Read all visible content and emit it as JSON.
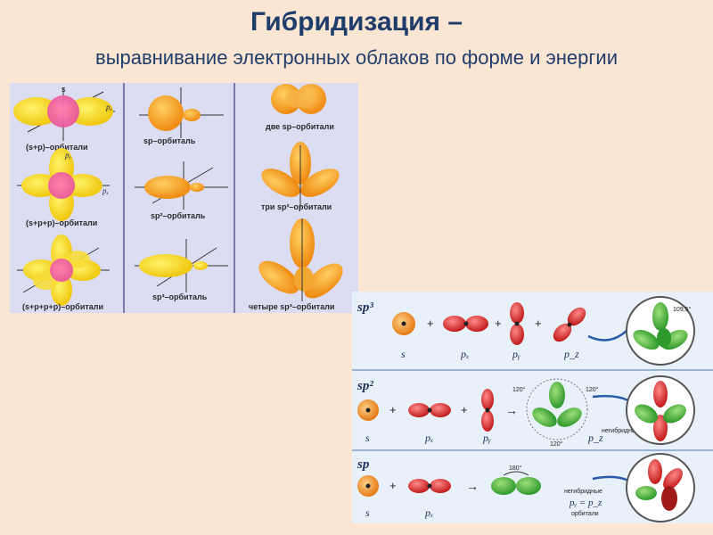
{
  "header": {
    "title": "Гибридизация –",
    "subtitle": "выравнивание электронных облаков по форме и энергии"
  },
  "left_panel": {
    "captions": {
      "sp_orbitals_raw": "(s+p)–орбитали",
      "sp": "sp–орбиталь",
      "two_sp": "две sp–орбитали",
      "spp_raw": "(s+p+p)–орбитали",
      "sp2": "sp²–орбиталь",
      "three_sp2": "три sp²–орбитали",
      "sppp_raw": "(s+p+p+p)–орбитали",
      "sp3": "sp³–орбиталь",
      "four_sp3": "четыре sp³–орбитали"
    },
    "axis_labels": {
      "s": "s",
      "px": "pₓ",
      "py": "pᵧ",
      "pz": "p_z"
    }
  },
  "right_panel": {
    "rows": [
      {
        "type": "sp3",
        "type_label": "sp³",
        "labels": [
          "s",
          "pₓ",
          "pᵧ",
          "p_z"
        ],
        "angle": "109,5°"
      },
      {
        "type": "sp2",
        "type_label": "sp²",
        "labels": [
          "s",
          "pₓ",
          "pᵧ"
        ],
        "angle_a": "120°",
        "angle_b": "120°",
        "angle_c": "120°",
        "extra_label": "p_z",
        "nonhybrid": "негибридная орбиталь"
      },
      {
        "type": "sp",
        "type_label": "sp",
        "labels": [
          "s",
          "pₓ"
        ],
        "angle": "180°",
        "nonhybrid": "негибридные",
        "extra_label": "pᵧ = p_z",
        "extra_sub": "орбитали"
      }
    ],
    "symbols": {
      "plus": "+",
      "arrow": "→"
    }
  },
  "colors": {
    "title": "#1f3d6b",
    "yellow": "#f5d21e",
    "orange": "#f39a1d",
    "red": "#d92c2c",
    "green": "#3cae3a"
  }
}
